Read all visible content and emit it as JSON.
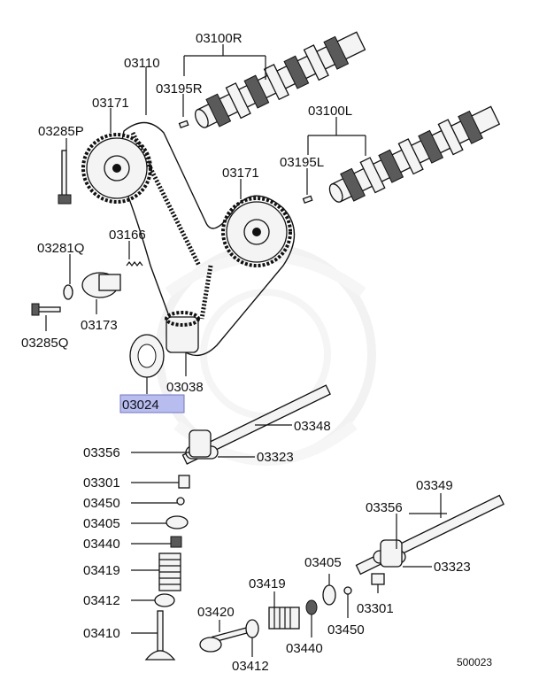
{
  "diagram": {
    "labels": {
      "p03100R": "03100R",
      "p03110": "03110",
      "p03195R": "03195R",
      "p03171a": "03171",
      "p03285P": "03285P",
      "p03100L": "03100L",
      "p03195L": "03195L",
      "p03171b": "03171",
      "p03166": "03166",
      "p03281Q": "03281Q",
      "p03173": "03173",
      "p03285Q": "03285Q",
      "p03038": "03038",
      "p03024": "03024",
      "p03348": "03348",
      "p03356a": "03356",
      "p03323a": "03323",
      "p03301a": "03301",
      "p03450a": "03450",
      "p03405a": "03405",
      "p03440a": "03440",
      "p03419a": "03419",
      "p03412a": "03412",
      "p03410": "03410",
      "p03349": "03349",
      "p03356b": "03356",
      "p03323b": "03323",
      "p03405b": "03405",
      "p03419b": "03419",
      "p03301b": "03301",
      "p03420": "03420",
      "p03450b": "03450",
      "p03440b": "03440",
      "p03412b": "03412"
    },
    "figure_number": "500023",
    "highlight_color": "#b8bdf0",
    "watermark_color": "#efefef"
  }
}
